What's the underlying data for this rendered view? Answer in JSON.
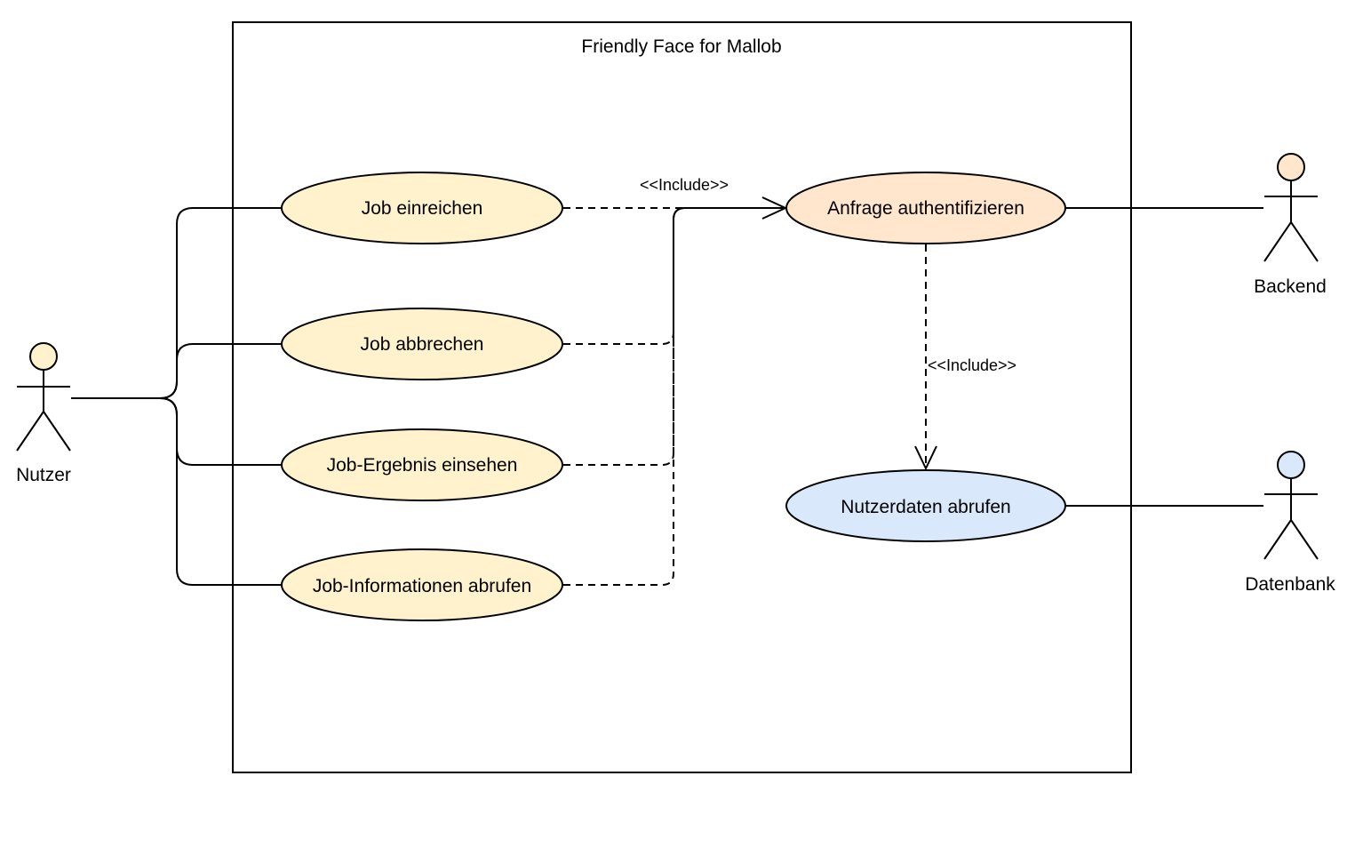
{
  "system": {
    "title": "Friendly Face for Mallob"
  },
  "actors": {
    "nutzer": {
      "label": "Nutzer",
      "color": "#fff2cc"
    },
    "backend": {
      "label": "Backend",
      "color": "#ffe6cc"
    },
    "datenbank": {
      "label": "Datenbank",
      "color": "#dae8fc"
    }
  },
  "use_cases": {
    "job_einreichen": {
      "label": "Job einreichen",
      "color": "#fff2cc"
    },
    "job_abbrechen": {
      "label": "Job abbrechen",
      "color": "#fff2cc"
    },
    "job_ergebnis": {
      "label": "Job-Ergebnis einsehen",
      "color": "#fff2cc"
    },
    "job_informationen": {
      "label": "Job-Informationen abrufen",
      "color": "#fff2cc"
    },
    "anfrage_auth": {
      "label": "Anfrage authentifizieren",
      "color": "#ffe6cc"
    },
    "nutzerdaten": {
      "label": "Nutzerdaten abrufen",
      "color": "#dae8fc"
    }
  },
  "relations": {
    "include_top": "<<Include>>",
    "include_mid": "<<Include>>"
  }
}
